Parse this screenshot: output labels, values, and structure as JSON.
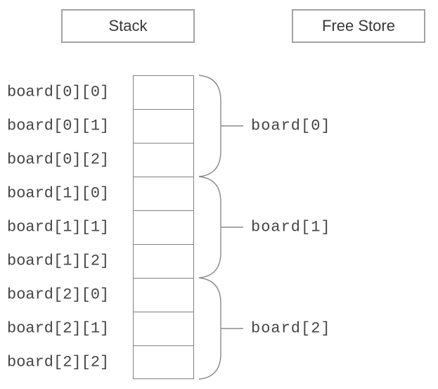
{
  "title_boxes": {
    "stack": "Stack",
    "free_store": "Free Store"
  },
  "groups": [
    {
      "pointer": "board[0]",
      "cells": [
        "board[0][0]",
        "board[0][1]",
        "board[0][2]"
      ]
    },
    {
      "pointer": "board[1]",
      "cells": [
        "board[1][0]",
        "board[1][1]",
        "board[1][2]"
      ]
    },
    {
      "pointer": "board[2]",
      "cells": [
        "board[2][0]",
        "board[2][1]",
        "board[2][2]"
      ]
    }
  ],
  "colors": {
    "line_gray": "#8a8a8a",
    "header_border_gray": "#a3a3a3",
    "text_dark": "#454545"
  }
}
